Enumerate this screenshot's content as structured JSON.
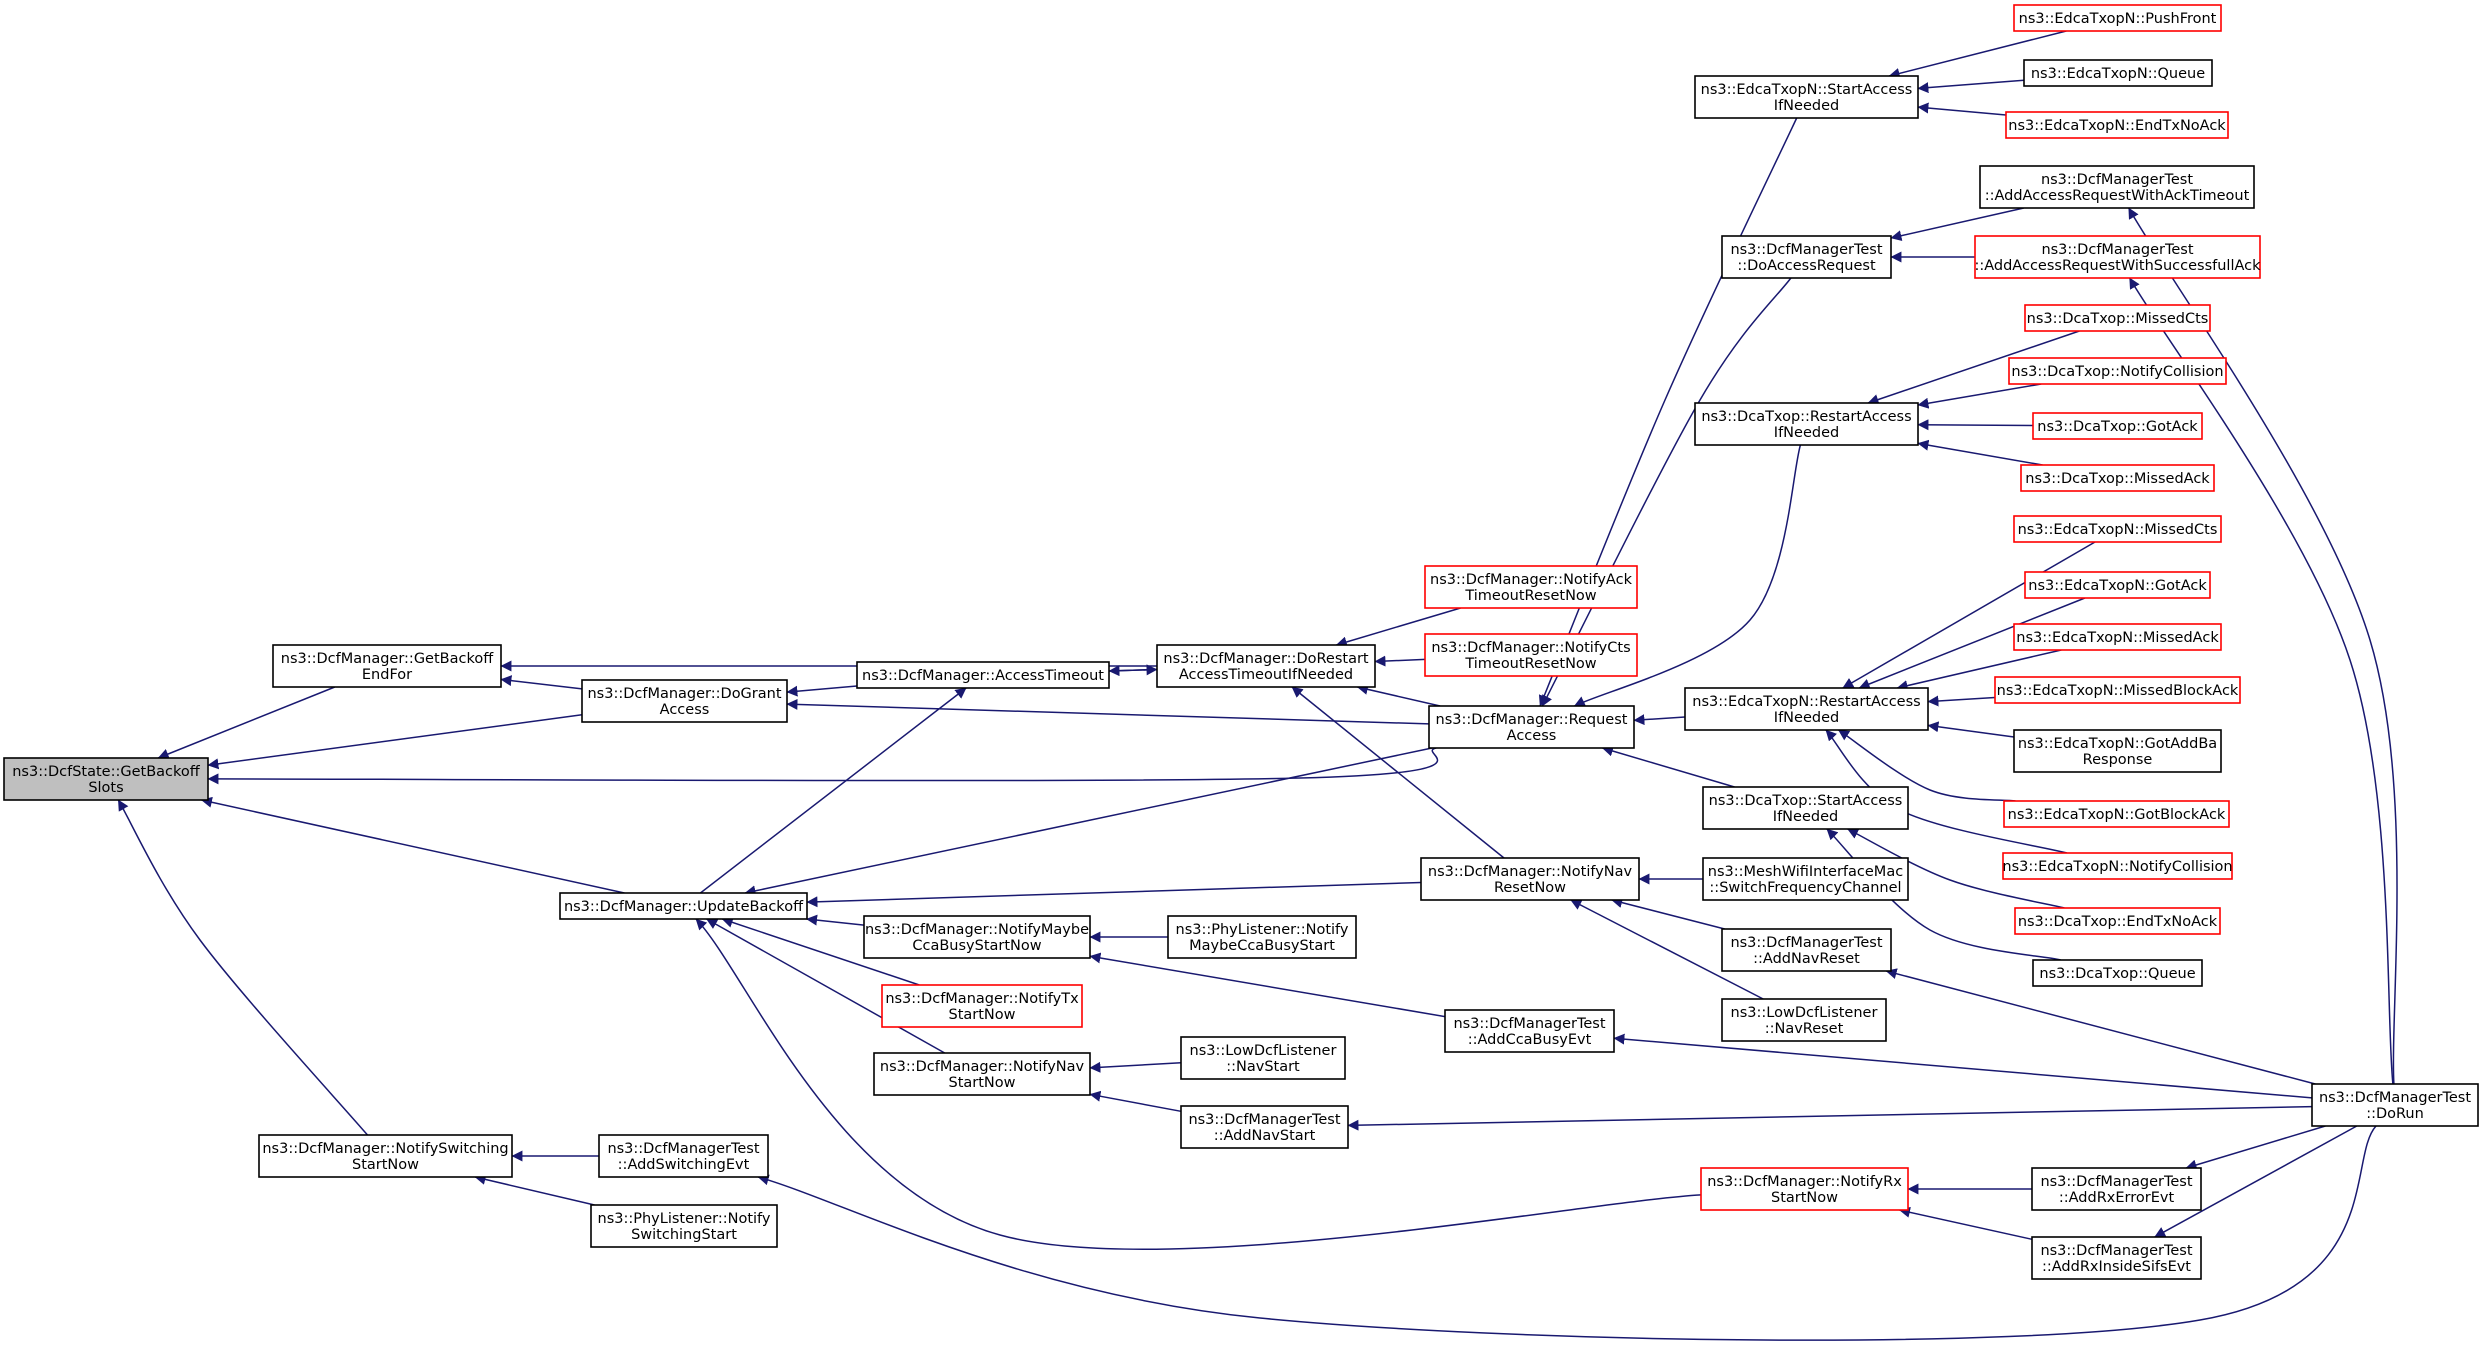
{
  "colors": {
    "edge": "#191970",
    "focus_fill": "#bfbfbf",
    "red_border": "#ff0000",
    "node_border": "#000000"
  },
  "nodes": {
    "GetBackoffSlots": {
      "lines": [
        "ns3::DcfState::GetBackoff",
        "Slots"
      ],
      "style": "focus"
    },
    "GetBackoffEndFor": {
      "lines": [
        "ns3::DcfManager::GetBackoff",
        "EndFor"
      ],
      "style": "normal"
    },
    "DoGrantAccess": {
      "lines": [
        "ns3::DcfManager::DoGrant",
        "Access"
      ],
      "style": "normal"
    },
    "UpdateBackoff": {
      "lines": [
        "ns3::DcfManager::UpdateBackoff"
      ],
      "style": "normal"
    },
    "NotifySwitchingStartNow": {
      "lines": [
        "ns3::DcfManager::NotifySwitching",
        "StartNow"
      ],
      "style": "normal"
    },
    "AccessTimeout": {
      "lines": [
        "ns3::DcfManager::AccessTimeout"
      ],
      "style": "normal"
    },
    "NotifyMaybeCcaBusyStartNow": {
      "lines": [
        "ns3::DcfManager::NotifyMaybe",
        "CcaBusyStartNow"
      ],
      "style": "normal"
    },
    "NotifyTxStartNow": {
      "lines": [
        "ns3::DcfManager::NotifyTx",
        "StartNow"
      ],
      "style": "red"
    },
    "NotifyNavStartNow": {
      "lines": [
        "ns3::DcfManager::NotifyNav",
        "StartNow"
      ],
      "style": "normal"
    },
    "AddSwitchingEvt": {
      "lines": [
        "ns3::DcfManagerTest",
        "::AddSwitchingEvt"
      ],
      "style": "normal"
    },
    "PhyNotifySwitchingStart": {
      "lines": [
        "ns3::PhyListener::Notify",
        "SwitchingStart"
      ],
      "style": "normal"
    },
    "DoRestartAccessTimeout": {
      "lines": [
        "ns3::DcfManager::DoRestart",
        "AccessTimeoutIfNeeded"
      ],
      "style": "normal"
    },
    "PhyNotifyMaybeCcaBusyStart": {
      "lines": [
        "ns3::PhyListener::Notify",
        "MaybeCcaBusyStart"
      ],
      "style": "normal"
    },
    "LowDcfNavStart": {
      "lines": [
        "ns3::LowDcfListener",
        "::NavStart"
      ],
      "style": "normal"
    },
    "AddNavStart": {
      "lines": [
        "ns3::DcfManagerTest",
        "::AddNavStart"
      ],
      "style": "normal"
    },
    "NotifyAckTimeoutResetNow": {
      "lines": [
        "ns3::DcfManager::NotifyAck",
        "TimeoutResetNow"
      ],
      "style": "red"
    },
    "NotifyCtsTimeoutResetNow": {
      "lines": [
        "ns3::DcfManager::NotifyCts",
        "TimeoutResetNow"
      ],
      "style": "red"
    },
    "RequestAccess": {
      "lines": [
        "ns3::DcfManager::Request",
        "Access"
      ],
      "style": "normal"
    },
    "NotifyNavResetNow": {
      "lines": [
        "ns3::DcfManager::NotifyNav",
        "ResetNow"
      ],
      "style": "normal"
    },
    "AddCcaBusyEvt": {
      "lines": [
        "ns3::DcfManagerTest",
        "::AddCcaBusyEvt"
      ],
      "style": "normal"
    },
    "NotifyRxStartNow": {
      "lines": [
        "ns3::DcfManager::NotifyRx",
        "StartNow"
      ],
      "style": "red"
    },
    "EdcaStartAccessIfNeeded": {
      "lines": [
        "ns3::EdcaTxopN::StartAccess",
        "IfNeeded"
      ],
      "style": "normal"
    },
    "DoAccessRequest": {
      "lines": [
        "ns3::DcfManagerTest",
        "::DoAccessRequest"
      ],
      "style": "normal"
    },
    "DcaRestartAccessIfNeeded": {
      "lines": [
        "ns3::DcaTxop::RestartAccess",
        "IfNeeded"
      ],
      "style": "normal"
    },
    "EdcaRestartAccessIfNeeded": {
      "lines": [
        "ns3::EdcaTxopN::RestartAccess",
        "IfNeeded"
      ],
      "style": "normal"
    },
    "DcaStartAccessIfNeeded": {
      "lines": [
        "ns3::DcaTxop::StartAccess",
        "IfNeeded"
      ],
      "style": "normal"
    },
    "MeshSwitchFrequencyChannel": {
      "lines": [
        "ns3::MeshWifiInterfaceMac",
        "::SwitchFrequencyChannel"
      ],
      "style": "normal"
    },
    "AddNavReset": {
      "lines": [
        "ns3::DcfManagerTest",
        "::AddNavReset"
      ],
      "style": "normal"
    },
    "LowDcfNavReset": {
      "lines": [
        "ns3::LowDcfListener",
        "::NavReset"
      ],
      "style": "normal"
    },
    "AddRxErrorEvt": {
      "lines": [
        "ns3::DcfManagerTest",
        "::AddRxErrorEvt"
      ],
      "style": "normal"
    },
    "AddRxInsideSifsEvt": {
      "lines": [
        "ns3::DcfManagerTest",
        "::AddRxInsideSifsEvt"
      ],
      "style": "normal"
    },
    "EdcaPushFront": {
      "lines": [
        "ns3::EdcaTxopN::PushFront"
      ],
      "style": "red"
    },
    "EdcaQueue": {
      "lines": [
        "ns3::EdcaTxopN::Queue"
      ],
      "style": "normal"
    },
    "EdcaEndTxNoAck": {
      "lines": [
        "ns3::EdcaTxopN::EndTxNoAck"
      ],
      "style": "red"
    },
    "AddAccessRequestWithAckTimeout": {
      "lines": [
        "ns3::DcfManagerTest",
        "::AddAccessRequestWithAckTimeout"
      ],
      "style": "normal"
    },
    "AddAccessRequestWithSuccessfullAck": {
      "lines": [
        "ns3::DcfManagerTest",
        "::AddAccessRequestWithSuccessfullAck"
      ],
      "style": "red"
    },
    "DcaMissedCts": {
      "lines": [
        "ns3::DcaTxop::MissedCts"
      ],
      "style": "red"
    },
    "DcaNotifyCollision": {
      "lines": [
        "ns3::DcaTxop::NotifyCollision"
      ],
      "style": "red"
    },
    "DcaGotAck": {
      "lines": [
        "ns3::DcaTxop::GotAck"
      ],
      "style": "red"
    },
    "DcaMissedAck": {
      "lines": [
        "ns3::DcaTxop::MissedAck"
      ],
      "style": "red"
    },
    "EdcaMissedCts": {
      "lines": [
        "ns3::EdcaTxopN::MissedCts"
      ],
      "style": "red"
    },
    "EdcaGotAck": {
      "lines": [
        "ns3::EdcaTxopN::GotAck"
      ],
      "style": "red"
    },
    "EdcaMissedAck": {
      "lines": [
        "ns3::EdcaTxopN::MissedAck"
      ],
      "style": "red"
    },
    "EdcaMissedBlockAck": {
      "lines": [
        "ns3::EdcaTxopN::MissedBlockAck"
      ],
      "style": "red"
    },
    "EdcaGotAddBaResponse": {
      "lines": [
        "ns3::EdcaTxopN::GotAddBa",
        "Response"
      ],
      "style": "normal"
    },
    "EdcaGotBlockAck": {
      "lines": [
        "ns3::EdcaTxopN::GotBlockAck"
      ],
      "style": "red"
    },
    "EdcaNotifyCollision": {
      "lines": [
        "ns3::EdcaTxopN::NotifyCollision"
      ],
      "style": "red"
    },
    "DcaEndTxNoAck": {
      "lines": [
        "ns3::DcaTxop::EndTxNoAck"
      ],
      "style": "red"
    },
    "DcaQueue": {
      "lines": [
        "ns3::DcaTxop::Queue"
      ],
      "style": "normal"
    },
    "DoRun": {
      "lines": [
        "ns3::DcfManagerTest",
        "::DoRun"
      ],
      "style": "normal"
    }
  },
  "edges": [
    [
      "GetBackoffEndFor",
      "GetBackoffSlots"
    ],
    [
      "DoGrantAccess",
      "GetBackoffSlots"
    ],
    [
      "RequestAccess",
      "GetBackoffSlots"
    ],
    [
      "UpdateBackoff",
      "GetBackoffSlots"
    ],
    [
      "NotifySwitchingStartNow",
      "GetBackoffSlots"
    ],
    [
      "DoRestartAccessTimeout",
      "GetBackoffEndFor"
    ],
    [
      "DoGrantAccess",
      "GetBackoffEndFor"
    ],
    [
      "AccessTimeout",
      "DoGrantAccess"
    ],
    [
      "RequestAccess",
      "DoGrantAccess"
    ],
    [
      "DoRestartAccessTimeout",
      "AccessTimeout"
    ],
    [
      "UpdateBackoff",
      "AccessTimeout"
    ],
    [
      "AccessTimeout",
      "DoRestartAccessTimeout"
    ],
    [
      "NotifyAckTimeoutResetNow",
      "DoRestartAccessTimeout"
    ],
    [
      "NotifyCtsTimeoutResetNow",
      "DoRestartAccessTimeout"
    ],
    [
      "RequestAccess",
      "DoRestartAccessTimeout"
    ],
    [
      "NotifyNavResetNow",
      "DoRestartAccessTimeout"
    ],
    [
      "RequestAccess",
      "UpdateBackoff"
    ],
    [
      "NotifyNavResetNow",
      "UpdateBackoff"
    ],
    [
      "NotifyMaybeCcaBusyStartNow",
      "UpdateBackoff"
    ],
    [
      "NotifyTxStartNow",
      "UpdateBackoff"
    ],
    [
      "NotifyNavStartNow",
      "UpdateBackoff"
    ],
    [
      "NotifyRxStartNow",
      "UpdateBackoff"
    ],
    [
      "AddSwitchingEvt",
      "NotifySwitchingStartNow"
    ],
    [
      "PhyNotifySwitchingStart",
      "NotifySwitchingStartNow"
    ],
    [
      "PhyNotifyMaybeCcaBusyStart",
      "NotifyMaybeCcaBusyStartNow"
    ],
    [
      "AddCcaBusyEvt",
      "NotifyMaybeCcaBusyStartNow"
    ],
    [
      "LowDcfNavStart",
      "NotifyNavStartNow"
    ],
    [
      "AddNavStart",
      "NotifyNavStartNow"
    ],
    [
      "EdcaStartAccessIfNeeded",
      "RequestAccess"
    ],
    [
      "DoAccessRequest",
      "RequestAccess"
    ],
    [
      "DcaRestartAccessIfNeeded",
      "RequestAccess"
    ],
    [
      "EdcaRestartAccessIfNeeded",
      "RequestAccess"
    ],
    [
      "DcaStartAccessIfNeeded",
      "RequestAccess"
    ],
    [
      "MeshSwitchFrequencyChannel",
      "NotifyNavResetNow"
    ],
    [
      "AddNavReset",
      "NotifyNavResetNow"
    ],
    [
      "LowDcfNavReset",
      "NotifyNavResetNow"
    ],
    [
      "AddRxErrorEvt",
      "NotifyRxStartNow"
    ],
    [
      "AddRxInsideSifsEvt",
      "NotifyRxStartNow"
    ],
    [
      "EdcaPushFront",
      "EdcaStartAccessIfNeeded"
    ],
    [
      "EdcaQueue",
      "EdcaStartAccessIfNeeded"
    ],
    [
      "EdcaEndTxNoAck",
      "EdcaStartAccessIfNeeded"
    ],
    [
      "AddAccessRequestWithAckTimeout",
      "DoAccessRequest"
    ],
    [
      "AddAccessRequestWithSuccessfullAck",
      "DoAccessRequest"
    ],
    [
      "DcaMissedCts",
      "DcaRestartAccessIfNeeded"
    ],
    [
      "DcaNotifyCollision",
      "DcaRestartAccessIfNeeded"
    ],
    [
      "DcaGotAck",
      "DcaRestartAccessIfNeeded"
    ],
    [
      "DcaMissedAck",
      "DcaRestartAccessIfNeeded"
    ],
    [
      "EdcaMissedCts",
      "EdcaRestartAccessIfNeeded"
    ],
    [
      "EdcaGotAck",
      "EdcaRestartAccessIfNeeded"
    ],
    [
      "EdcaMissedAck",
      "EdcaRestartAccessIfNeeded"
    ],
    [
      "EdcaMissedBlockAck",
      "EdcaRestartAccessIfNeeded"
    ],
    [
      "EdcaGotAddBaResponse",
      "EdcaRestartAccessIfNeeded"
    ],
    [
      "EdcaGotBlockAck",
      "EdcaRestartAccessIfNeeded"
    ],
    [
      "EdcaNotifyCollision",
      "EdcaRestartAccessIfNeeded"
    ],
    [
      "DcaEndTxNoAck",
      "DcaStartAccessIfNeeded"
    ],
    [
      "DcaQueue",
      "DcaStartAccessIfNeeded"
    ],
    [
      "DoRun",
      "AddAccessRequestWithAckTimeout"
    ],
    [
      "DoRun",
      "AddAccessRequestWithSuccessfullAck"
    ],
    [
      "DoRun",
      "AddNavReset"
    ],
    [
      "DoRun",
      "AddCcaBusyEvt"
    ],
    [
      "DoRun",
      "AddNavStart"
    ],
    [
      "DoRun",
      "AddRxErrorEvt"
    ],
    [
      "DoRun",
      "AddRxInsideSifsEvt"
    ],
    [
      "DoRun",
      "AddSwitchingEvt"
    ]
  ]
}
